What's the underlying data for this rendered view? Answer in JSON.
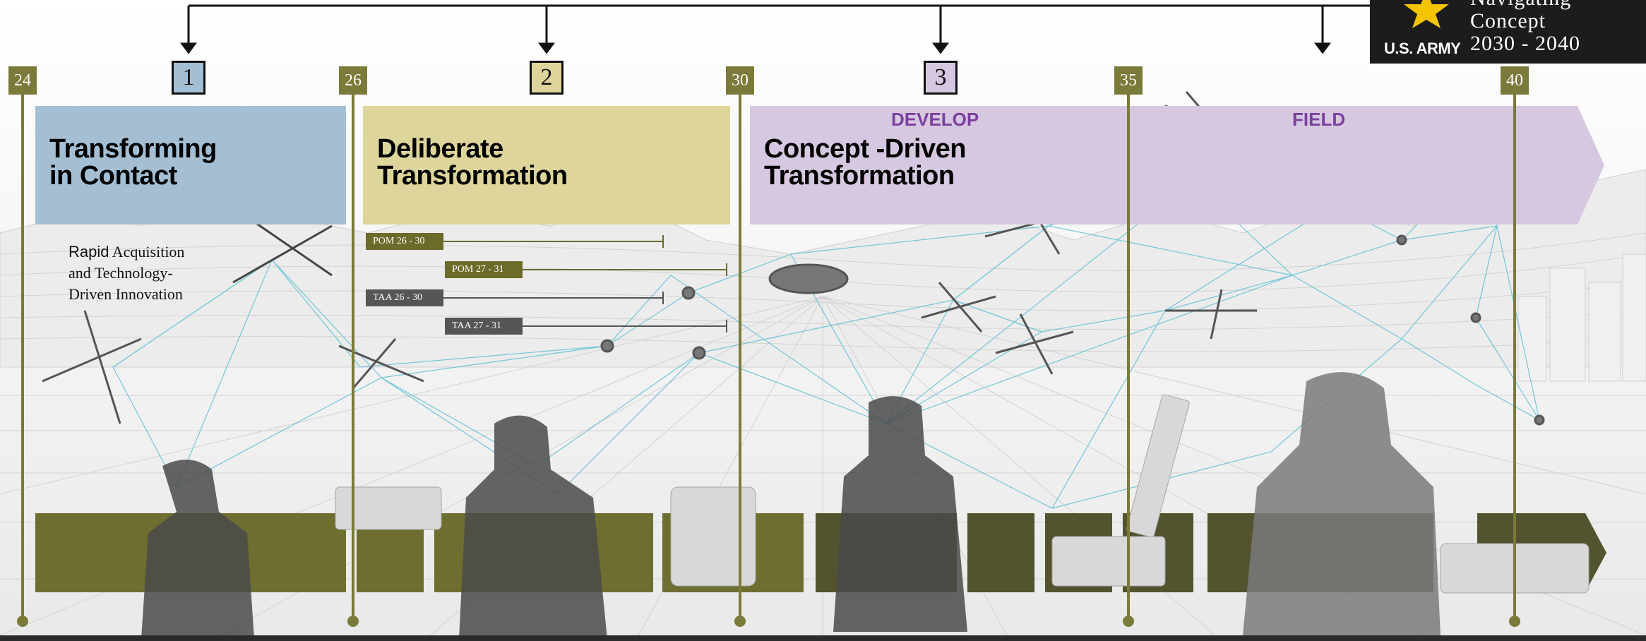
{
  "timeline": {
    "years": [
      "24",
      "26",
      "30",
      "35",
      "40"
    ]
  },
  "phases": [
    {
      "number": "1",
      "title_line1": "Transforming",
      "title_line2": "in Contact"
    },
    {
      "number": "2",
      "title_line1": "Deliberate",
      "title_line2": "Transformation"
    },
    {
      "number": "3",
      "title_line1": "Concept -Driven",
      "title_line2": "Transformation"
    }
  ],
  "phase3_labels": {
    "develop": "DEVELOP",
    "field": "FIELD"
  },
  "rapid_text": {
    "bold": "Rapid",
    "line1_rest": " Acquisition",
    "line2": "and Technology-",
    "line3": "Driven Innovation"
  },
  "programs": [
    {
      "label": "POM 26 - 30",
      "color": "#6b6b2a"
    },
    {
      "label": "POM 27 - 31",
      "color": "#6b6b2a"
    },
    {
      "label": "TAA 26 - 30",
      "color": "#555555"
    },
    {
      "label": "TAA 27 - 31",
      "color": "#555555"
    }
  ],
  "brand": {
    "name": "U.S. ARMY",
    "text": "Concept\n2030 - 2040",
    "partial_line": "Navigating"
  },
  "colors": {
    "phase1": "#a4bfd4",
    "phase2": "#ddd59b",
    "phase3": "#d6c8e0",
    "olive": "#7a7a3a",
    "band": "#6e6e30",
    "band_dark": "#535330",
    "develop_text": "#7b3fa0",
    "network": "#5bc0d6"
  },
  "icons": [
    "army-star-logo",
    "drone-icon",
    "quadcopter-icon",
    "soldier-icon",
    "robot-dog-icon",
    "missile-launcher-icon",
    "satellite-icon",
    "jet-icon"
  ]
}
